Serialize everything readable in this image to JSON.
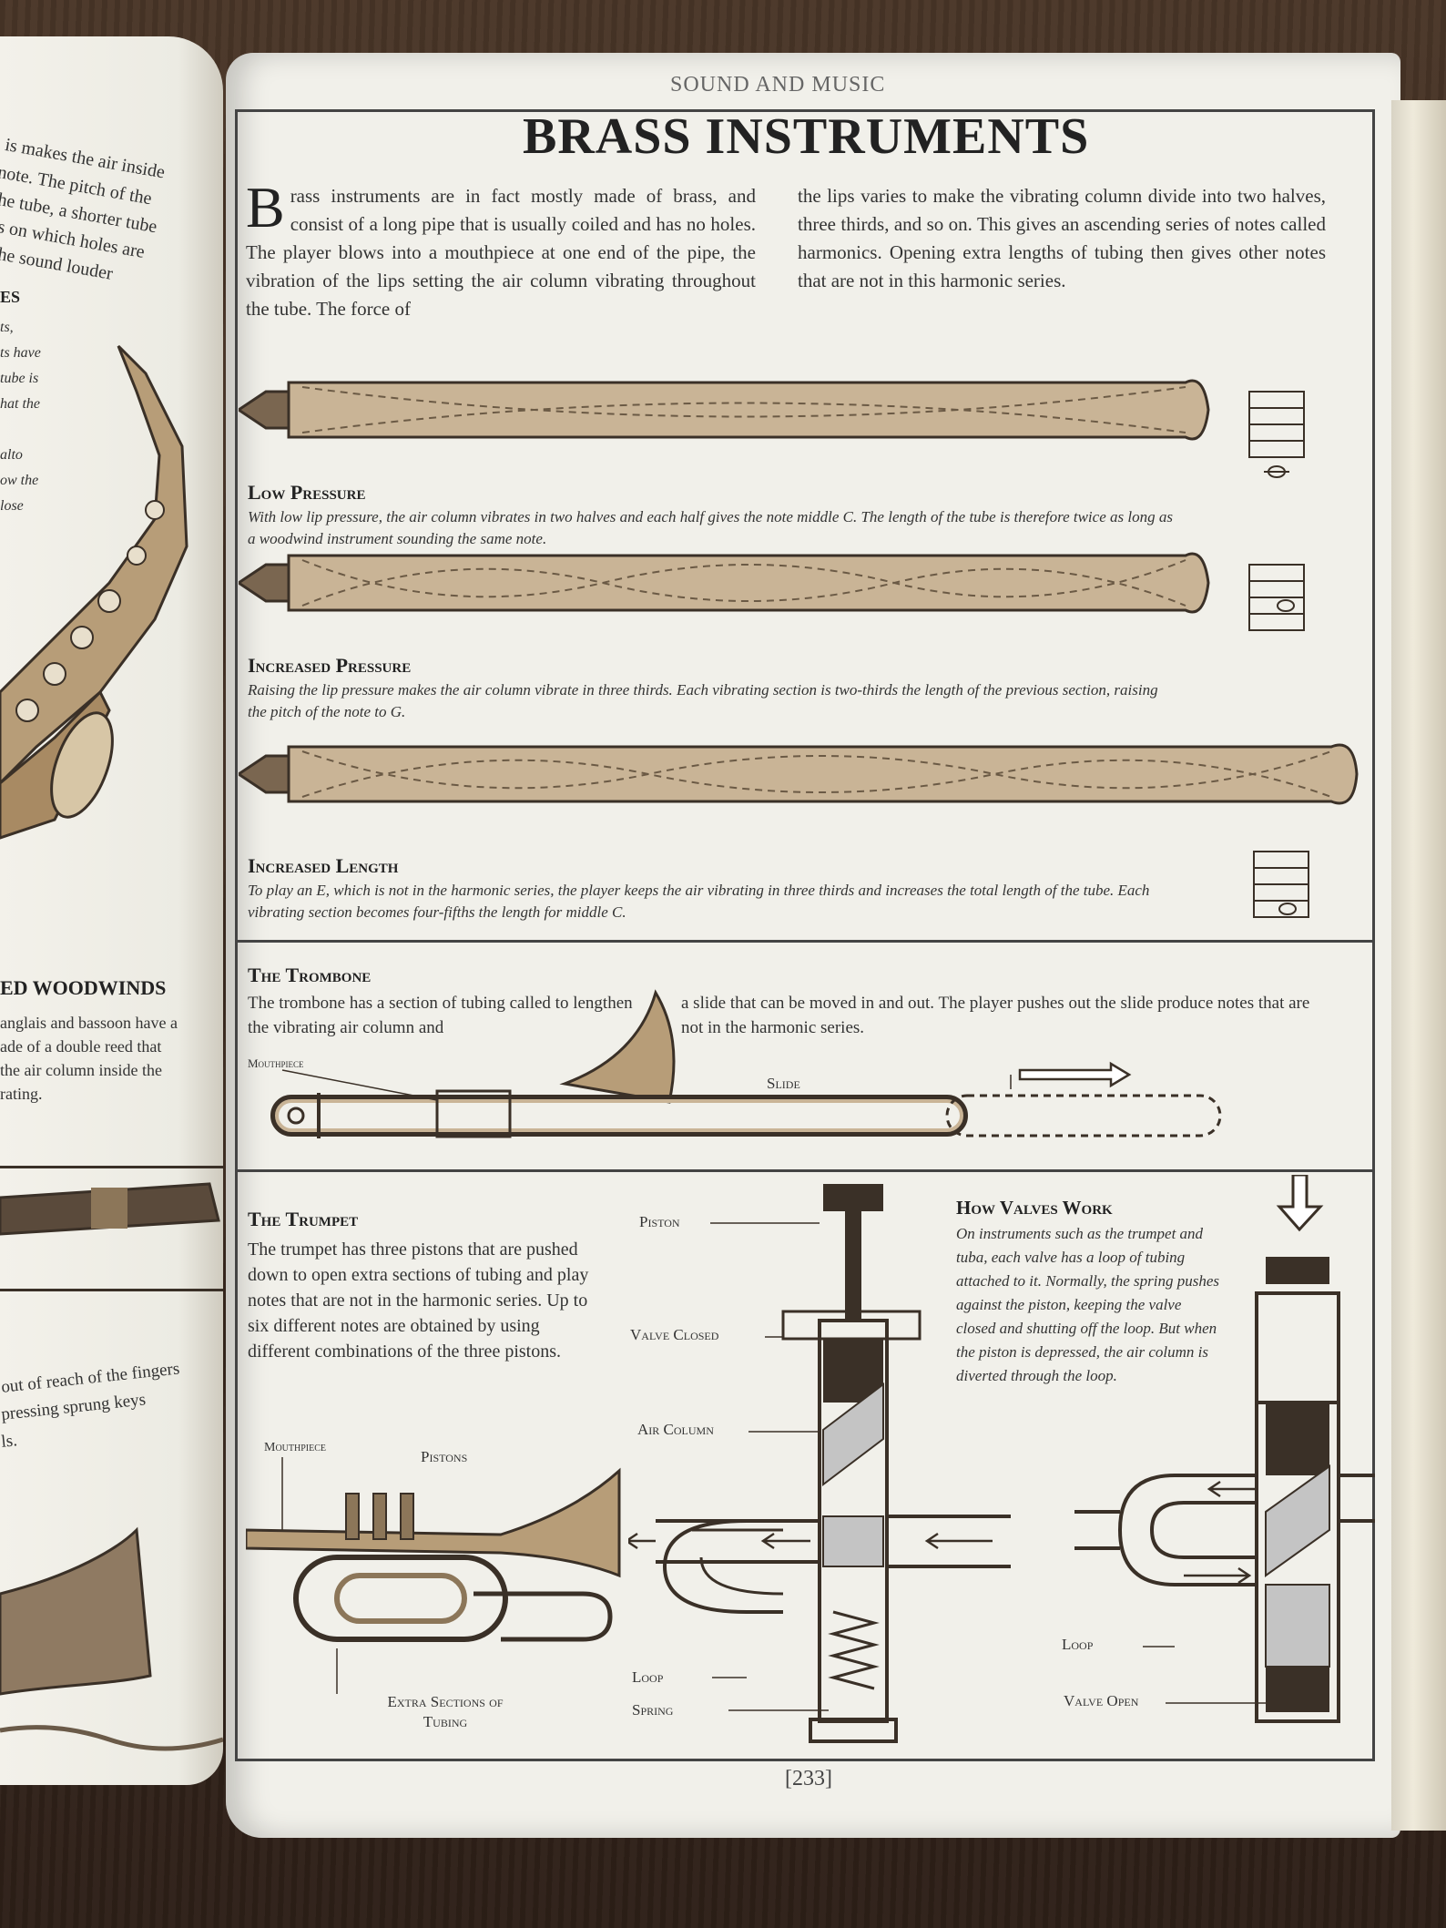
{
  "running_head": "SOUND AND MUSIC",
  "title": "BRASS INSTRUMENTS",
  "intro": {
    "dropcap": "B",
    "left": "rass instruments are in fact mostly made of brass, and consist of a long pipe that is usually coiled and has no holes. The player blows into a mouthpiece at one end of the pipe, the vibration of the lips setting the air column vibrating throughout the tube. The force of",
    "right": "the lips varies to make the vibrating column divide into two halves, three thirds, and so on. This gives an ascending series of notes called harmonics. Opening extra lengths of tubing then gives other notes that are not in this harmonic series."
  },
  "sections": {
    "low_pressure": {
      "heading": "Low Pressure",
      "text": "With low lip pressure, the air column vibrates in two halves and each half gives the note middle C. The length of the tube is therefore twice as long as a woodwind instrument sounding the same note."
    },
    "increased_pressure": {
      "heading": "Increased Pressure",
      "text": "Raising the lip pressure makes the air column vibrate in three thirds. Each vibrating section is two-thirds the length of the previous section, raising the pitch of the note to G."
    },
    "increased_length": {
      "heading": "Increased Length",
      "text": "To play an E, which is not in the harmonic series, the player keeps the air vibrating in three thirds and increases the total length of the tube. Each vibrating section becomes four-fifths the length for middle C."
    },
    "trombone": {
      "heading": "The Trombone",
      "text_left": "The trombone has a section of tubing called to lengthen the vibrating air column and",
      "text_right": "a slide that can be moved in and out. The player pushes out the slide produce notes that are not in the harmonic series.",
      "label_mouthpiece": "Mouthpiece",
      "label_slide": "Slide"
    },
    "trumpet": {
      "heading": "The Trumpet",
      "text": "The trumpet has three pistons that are pushed down to open extra sections of tubing and play notes that are not in the harmonic series. Up to six different notes are obtained by using different combinations of the three pistons.",
      "label_mouthpiece": "Mouthpiece",
      "label_pistons": "Pistons",
      "label_extra": "Extra Sections of Tubing"
    },
    "valves": {
      "heading": "How Valves Work",
      "text": "On instruments such as the trumpet and tuba, each valve has a loop of tubing attached to it. Normally, the spring pushes against the piston, keeping the valve closed and shutting off the loop. But when the piston is depressed, the air column is diverted through the loop.",
      "label_piston": "Piston",
      "label_valve_closed": "Valve Closed",
      "label_air_column": "Air Column",
      "label_loop": "Loop",
      "label_spring": "Spring",
      "label_loop_2": "Loop",
      "label_valve_open": "Valve Open"
    }
  },
  "left_page": {
    "lines": [
      "is makes the air inside",
      "note. The pitch of the",
      "he tube, a shorter tube",
      "s on which holes are",
      "he sound louder"
    ],
    "small_head": "ES",
    "small_lines": [
      "ts,",
      "ts have",
      "tube is",
      "hat the",
      "",
      "alto",
      "ow the",
      "lose"
    ],
    "woodwinds_head": "ED WOODWINDS",
    "woodwinds_lines": [
      "anglais and bassoon have a",
      "ade of a double reed that",
      "the air column inside the",
      "rating."
    ],
    "bottom_lines": [
      "out of reach of the fingers",
      "pressing sprung keys",
      "ls."
    ]
  },
  "page_number": "[233]",
  "colors": {
    "tube_fill": "#c9b496",
    "tube_dark": "#8c7659",
    "ink": "#3a3027",
    "paper": "#f1f0ea"
  }
}
